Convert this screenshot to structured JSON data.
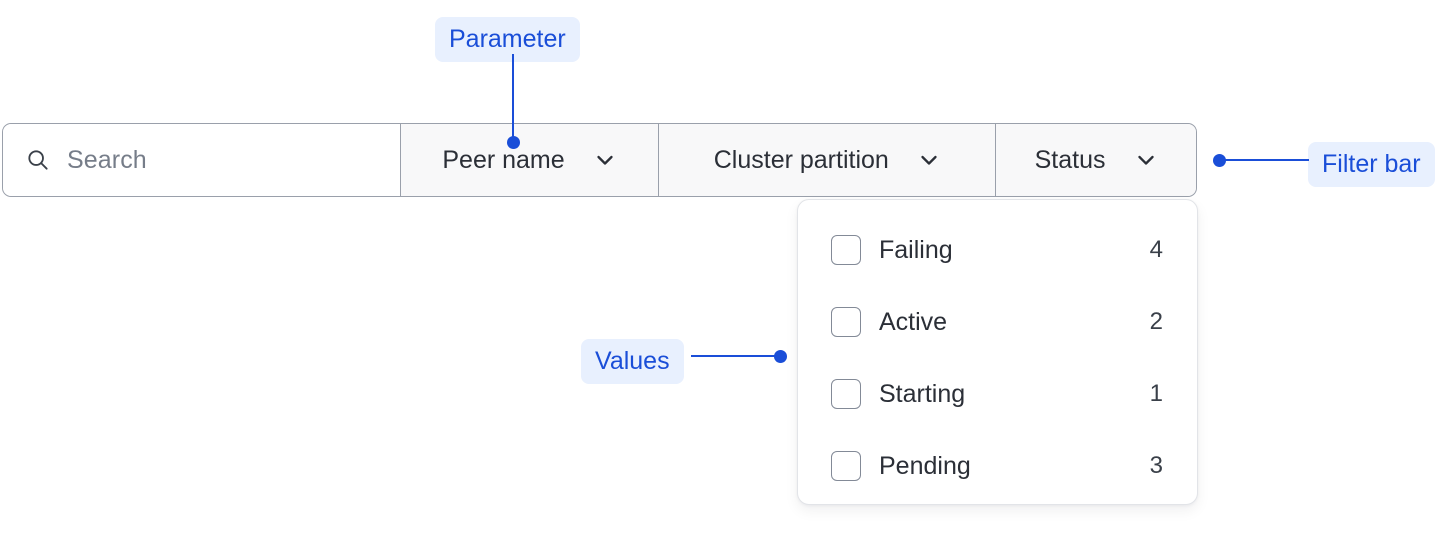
{
  "filter_bar": {
    "search": {
      "icon": "search-icon",
      "placeholder": "Search",
      "value": ""
    },
    "dropdowns": [
      {
        "label": "Peer name",
        "icon": "chevron-down-icon"
      },
      {
        "label": "Cluster partition",
        "icon": "chevron-down-icon"
      },
      {
        "label": "Status",
        "icon": "chevron-down-icon"
      }
    ]
  },
  "dropdown_panel": {
    "open_for": "Status",
    "options": [
      {
        "label": "Failing",
        "count": "4",
        "checked": false
      },
      {
        "label": "Active",
        "count": "2",
        "checked": false
      },
      {
        "label": "Starting",
        "count": "1",
        "checked": false
      },
      {
        "label": "Pending",
        "count": "3",
        "checked": false
      }
    ]
  },
  "annotations": [
    {
      "label": "Parameter",
      "target": "peer-name-dropdown"
    },
    {
      "label": "Filter bar",
      "target": "filter-bar"
    },
    {
      "label": "Values",
      "target": "dropdown-panel"
    }
  ],
  "colors": {
    "annotation_text": "#1a4ed8",
    "annotation_pill_bg": "#e8f0fe",
    "bar_border": "#9aa0ab",
    "segment_bg": "#f8f8f9",
    "panel_border": "#e2e4e8",
    "text_primary": "#2b2f37",
    "text_muted": "#767d89"
  }
}
